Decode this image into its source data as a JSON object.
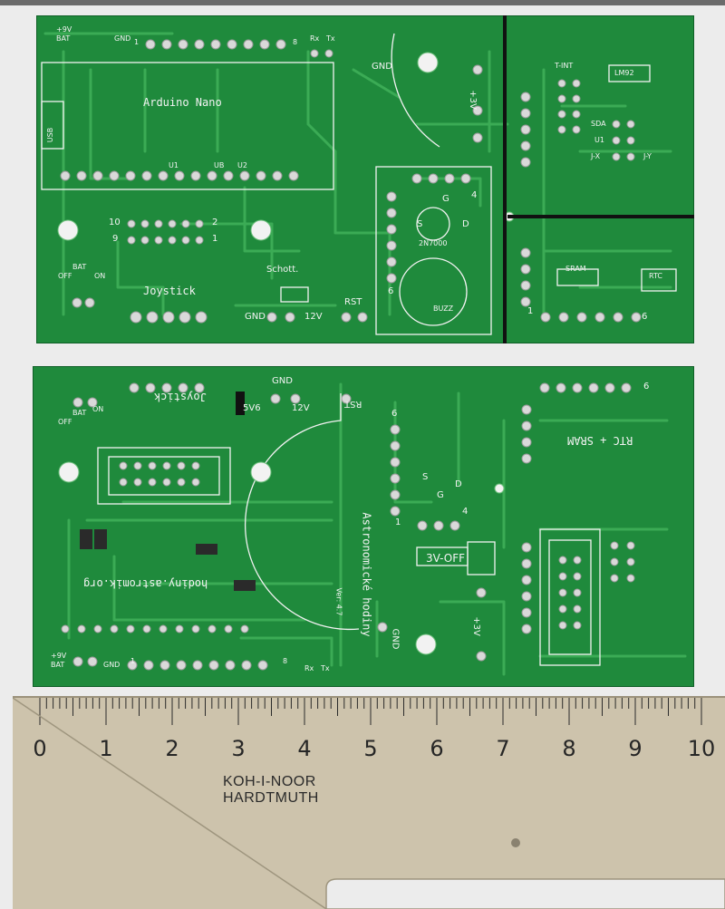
{
  "top_board": {
    "labels": {
      "gnd_top": "GND",
      "bat": "BAT",
      "plus9v": "+9V",
      "pin1": "1",
      "pin8": "8",
      "rx": "Rx",
      "tx": "Tx",
      "gnd_center": "GND",
      "plus3v": "+3V",
      "arduino": "Arduino Nano",
      "usb": "USB",
      "u1": "U1",
      "ub": "UB",
      "u2": "U2",
      "n10": "10",
      "n9": "9",
      "n2": "2",
      "n1": "1",
      "bat2": "BAT",
      "off": "OFF",
      "on": "ON",
      "joystick": "Joystick",
      "schott": "Schott.",
      "gnd_bottom": "GND",
      "v12": "12V",
      "rst": "RST",
      "g": "G",
      "s": "S",
      "d": "D",
      "transistor": "2N7000",
      "buzz": "BUZZ",
      "n6": "6",
      "n4": "4",
      "lm92": "LM92",
      "tint": "T-INT",
      "sda": "SDA",
      "u1r": "U1",
      "jx": "J-X",
      "jy": "J-Y",
      "sram": "SRAM",
      "rtc": "RTC",
      "r1": "1",
      "r6": "6"
    }
  },
  "bottom_board": {
    "labels": {
      "bat": "BAT",
      "off": "OFF",
      "on": "ON",
      "joystick": "Joystick",
      "v5v6": "5V6",
      "gnd": "GND",
      "v12": "12V",
      "rst": "RST",
      "n6": "6",
      "n4": "4",
      "n1": "1",
      "d": "D",
      "g": "G",
      "s": "S",
      "rtc_sram": "RTC + SRAM",
      "n6r": "6",
      "hodiny_url": "hodiny.astromik.org",
      "title": "Astronomické hodiny",
      "version": "Ver: 4.7",
      "off3v": "3V-OFF",
      "plus3v": "+3V",
      "gnd2": "GND",
      "plus9v": "+9V",
      "bat2": "BAT",
      "gnd3": "GND",
      "n1b": "1",
      "n8": "8",
      "rx": "Rx",
      "tx": "Tx"
    }
  },
  "ruler": {
    "numbers": [
      "0",
      "1",
      "2",
      "3",
      "4",
      "5",
      "6",
      "7",
      "8",
      "9",
      "10"
    ],
    "brand_line1": "KOH-I-NOOR",
    "brand_line2": "HARDTMUTH"
  },
  "colors": {
    "pcb": "#1f8a3c",
    "silkscreen": "#f2f2f2",
    "pad": "#d9d9d9",
    "ruler": "#cdc3ac"
  }
}
